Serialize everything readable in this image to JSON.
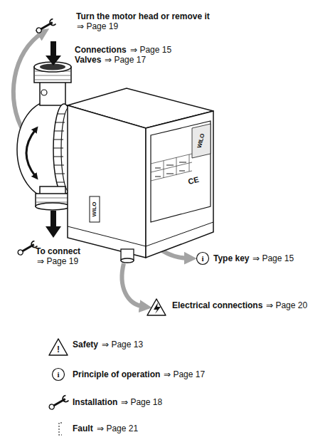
{
  "diagram": {
    "labels": [
      "Turn the motor head or remove it",
      "⇒ Page 19",
      "Connections",
      "⇒ Page 15",
      "Valves",
      "⇒ Page 17",
      "To connect",
      "⇒ Page 19",
      "Type key",
      "⇒ Page 15",
      "Electrical connections",
      "⇒ Page 20",
      "Safety",
      "⇒ Page 13",
      "Principle of operation",
      "⇒ Page 17",
      "Installation",
      "⇒ Page 18",
      "Fault",
      "⇒ Page 21",
      "WILO",
      "WILO",
      "CE",
      "i",
      "!",
      "i"
    ]
  }
}
